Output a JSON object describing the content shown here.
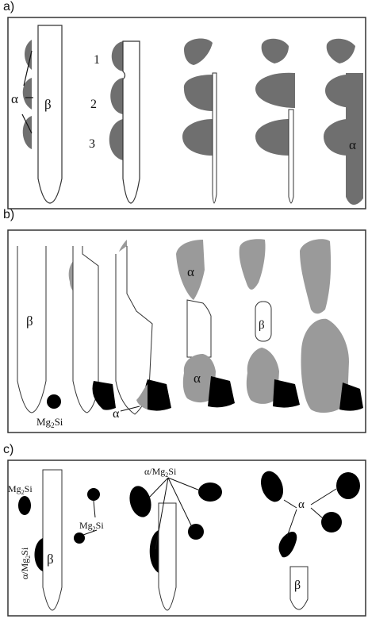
{
  "panels": {
    "a": {
      "label": "a)",
      "alpha": "α",
      "beta": "β",
      "site_1": "1",
      "site_2": "2",
      "site_3": "3"
    },
    "b": {
      "label": "b)",
      "alpha": "α",
      "beta": "β",
      "mg2si_base": "Mg",
      "mg2si_sub": "2",
      "mg2si_tail": "Si"
    },
    "c": {
      "label": "c)",
      "alpha": "α",
      "beta": "β",
      "mg2si_base": "Mg",
      "mg2si_sub": "2",
      "mg2si_tail": "Si",
      "alpha_mg2si_prefix": "α/Mg",
      "alpha_mg2si_sub": "2",
      "alpha_mg2si_tail": "Si"
    }
  },
  "colors": {
    "alpha_fill": "#6f6f6f",
    "light_fill": "#9a9a9a",
    "mg2si_fill": "#000000",
    "frame": "#333333"
  }
}
